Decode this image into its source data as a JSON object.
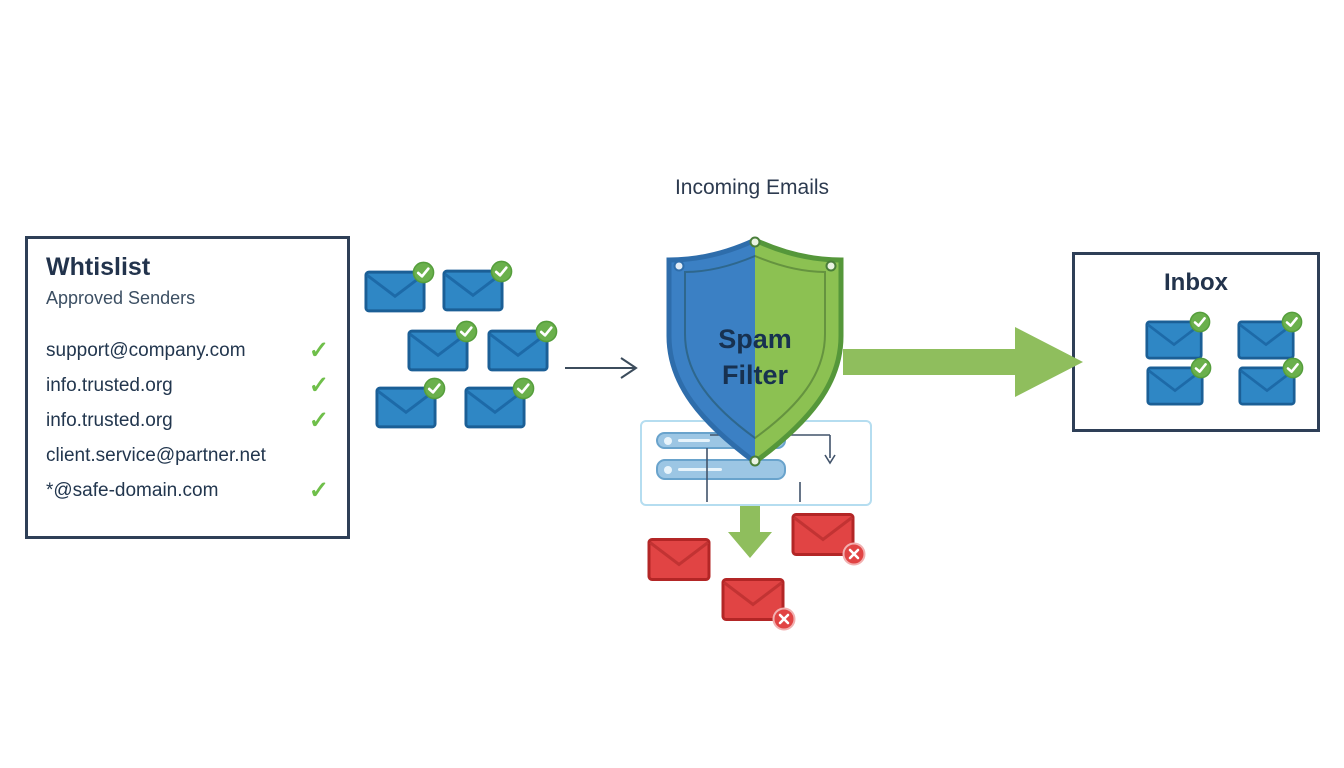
{
  "page": {
    "title": "Incoming Emails"
  },
  "whitelist": {
    "title": "Whtislist",
    "subtitle": "Approved Senders",
    "entries": [
      {
        "text": "support@company.com",
        "checked": true
      },
      {
        "text": "info.trusted.org",
        "checked": true
      },
      {
        "text": "info.trusted.org",
        "checked": true
      },
      {
        "text": "client.service@partner.net",
        "checked": false
      },
      {
        "text": "*@safe-domain.com",
        "checked": true
      }
    ]
  },
  "shield": {
    "label_line1": "Spam",
    "label_line2": "Filter"
  },
  "inbox": {
    "title": "Inbox"
  },
  "icons": {
    "check": "✓",
    "cross": "✕"
  },
  "colors": {
    "envelope_blue": "#2f87c5",
    "envelope_red": "#e14444",
    "badge_green": "#6ab04c",
    "arrow_green": "#8fbe5d",
    "shield_blue": "#3b80c4",
    "shield_green": "#8cc152",
    "navy_text": "#23344d"
  }
}
